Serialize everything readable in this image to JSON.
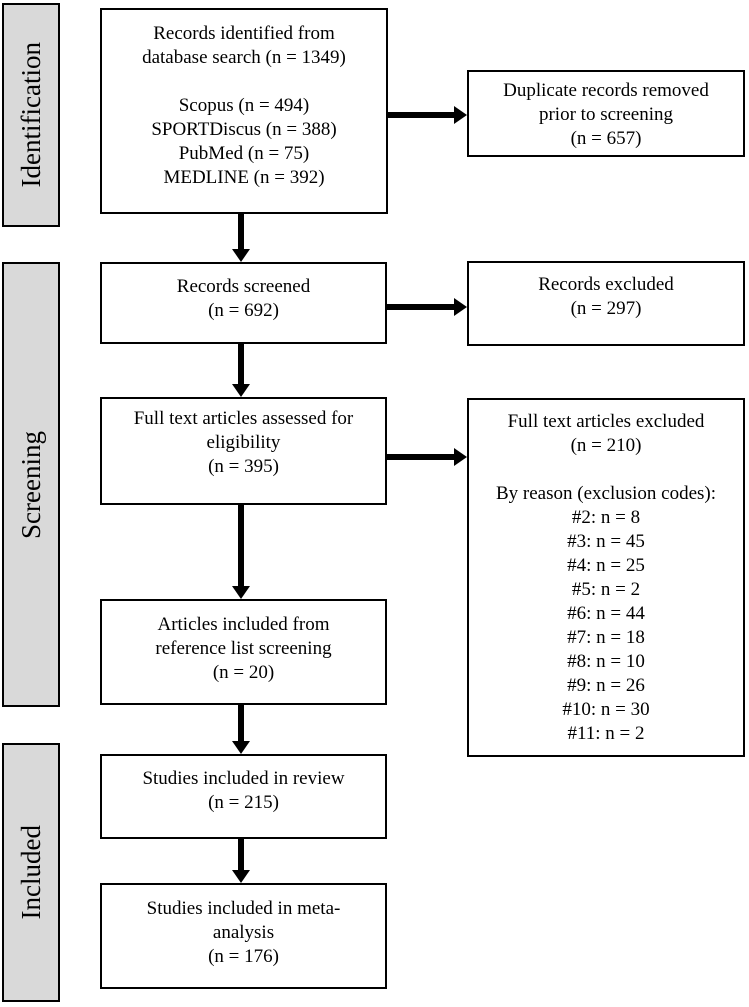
{
  "colors": {
    "background": "#ffffff",
    "box_border": "#000000",
    "sidebar_fill": "#d9d9d9",
    "arrow": "#000000",
    "text": "#000000"
  },
  "sidebar": {
    "identification": "Identification",
    "screening": "Screening",
    "included": "Included"
  },
  "boxes": {
    "records_identified": {
      "line1": "Records identified from",
      "line2": "database search (n = 1349)",
      "line3": "Scopus (n = 494)",
      "line4": "SPORTDiscus (n = 388)",
      "line5": "PubMed (n = 75)",
      "line6": "MEDLINE (n = 392)"
    },
    "duplicates_removed": {
      "line1": "Duplicate records removed",
      "line2": "prior to screening",
      "line3": "(n = 657)"
    },
    "records_screened": {
      "line1": "Records screened",
      "line2": "(n = 692)"
    },
    "records_excluded": {
      "line1": "Records excluded",
      "line2": "(n = 297)"
    },
    "fulltext_assessed": {
      "line1": "Full text articles assessed for",
      "line2": "eligibility",
      "line3": "(n = 395)"
    },
    "fulltext_excluded": {
      "line1": "Full text articles excluded",
      "line2": "(n = 210)",
      "line3": "By reason (exclusion codes):",
      "codes": [
        "#2: n = 8",
        "#3: n = 45",
        "#4: n = 25",
        "#5: n = 2",
        "#6: n = 44",
        "#7: n = 18",
        "#8: n = 10",
        "#9: n = 26",
        "#10: n = 30",
        "#11: n = 2"
      ]
    },
    "reference_included": {
      "line1": "Articles included from",
      "line2": "reference list screening",
      "line3": "(n = 20)"
    },
    "review_included": {
      "line1": "Studies included in review",
      "line2": "(n = 215)"
    },
    "meta_included": {
      "line1": "Studies included in meta-",
      "line2": "analysis",
      "line3": "(n = 176)"
    }
  }
}
